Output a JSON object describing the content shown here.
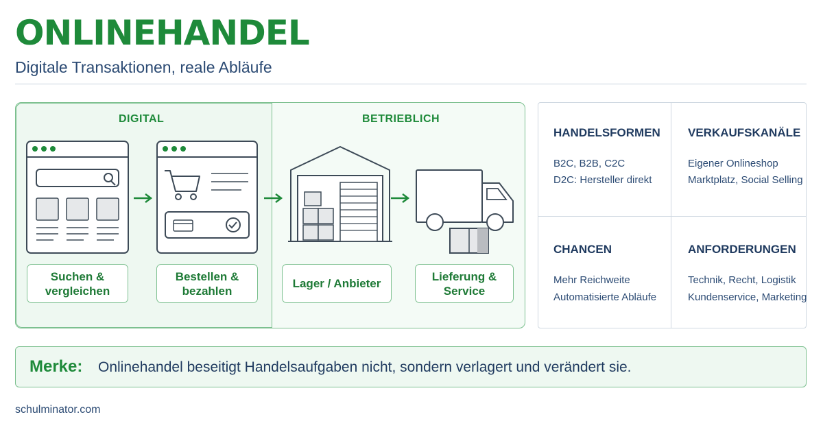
{
  "header": {
    "title": "ONLINEHANDEL",
    "subtitle": "Digitale Transaktionen, reale Abläufe"
  },
  "flow": {
    "digital_label": "DIGITAL",
    "operational_label": "BETRIEBLICH",
    "steps": [
      {
        "line1": "Suchen &",
        "line2": "vergleichen"
      },
      {
        "line1": "Bestellen &",
        "line2": "bezahlen"
      },
      {
        "line1": "Lager / Anbieter",
        "line2": ""
      },
      {
        "line1": "Lieferung &",
        "line2": "Service"
      }
    ]
  },
  "grid": {
    "cells": [
      {
        "heading": "HANDELSFORMEN",
        "line1": "B2C, B2B, C2C",
        "line2": "D2C: Hersteller direkt"
      },
      {
        "heading": "VERKAUFSKANÄLE",
        "line1": "Eigener Onlineshop",
        "line2": "Marktplatz, Social Selling"
      },
      {
        "heading": "CHANCEN",
        "line1": "Mehr Reichweite",
        "line2": "Automatisierte Abläufe"
      },
      {
        "heading": "ANFORDERUNGEN",
        "line1": "Technik, Recht, Logistik",
        "line2": "Kundenservice, Marketing"
      }
    ]
  },
  "note": {
    "label": "Merke:",
    "text": "Onlinehandel beseitigt Handelsaufgaben nicht, sondern verlagert und verändert sie."
  },
  "footer": {
    "source": "schulminator.com"
  },
  "colors": {
    "accent_green": "#1e8a3a",
    "heading_navy": "#1f3a5f",
    "panel_green": "#eef8f1"
  }
}
